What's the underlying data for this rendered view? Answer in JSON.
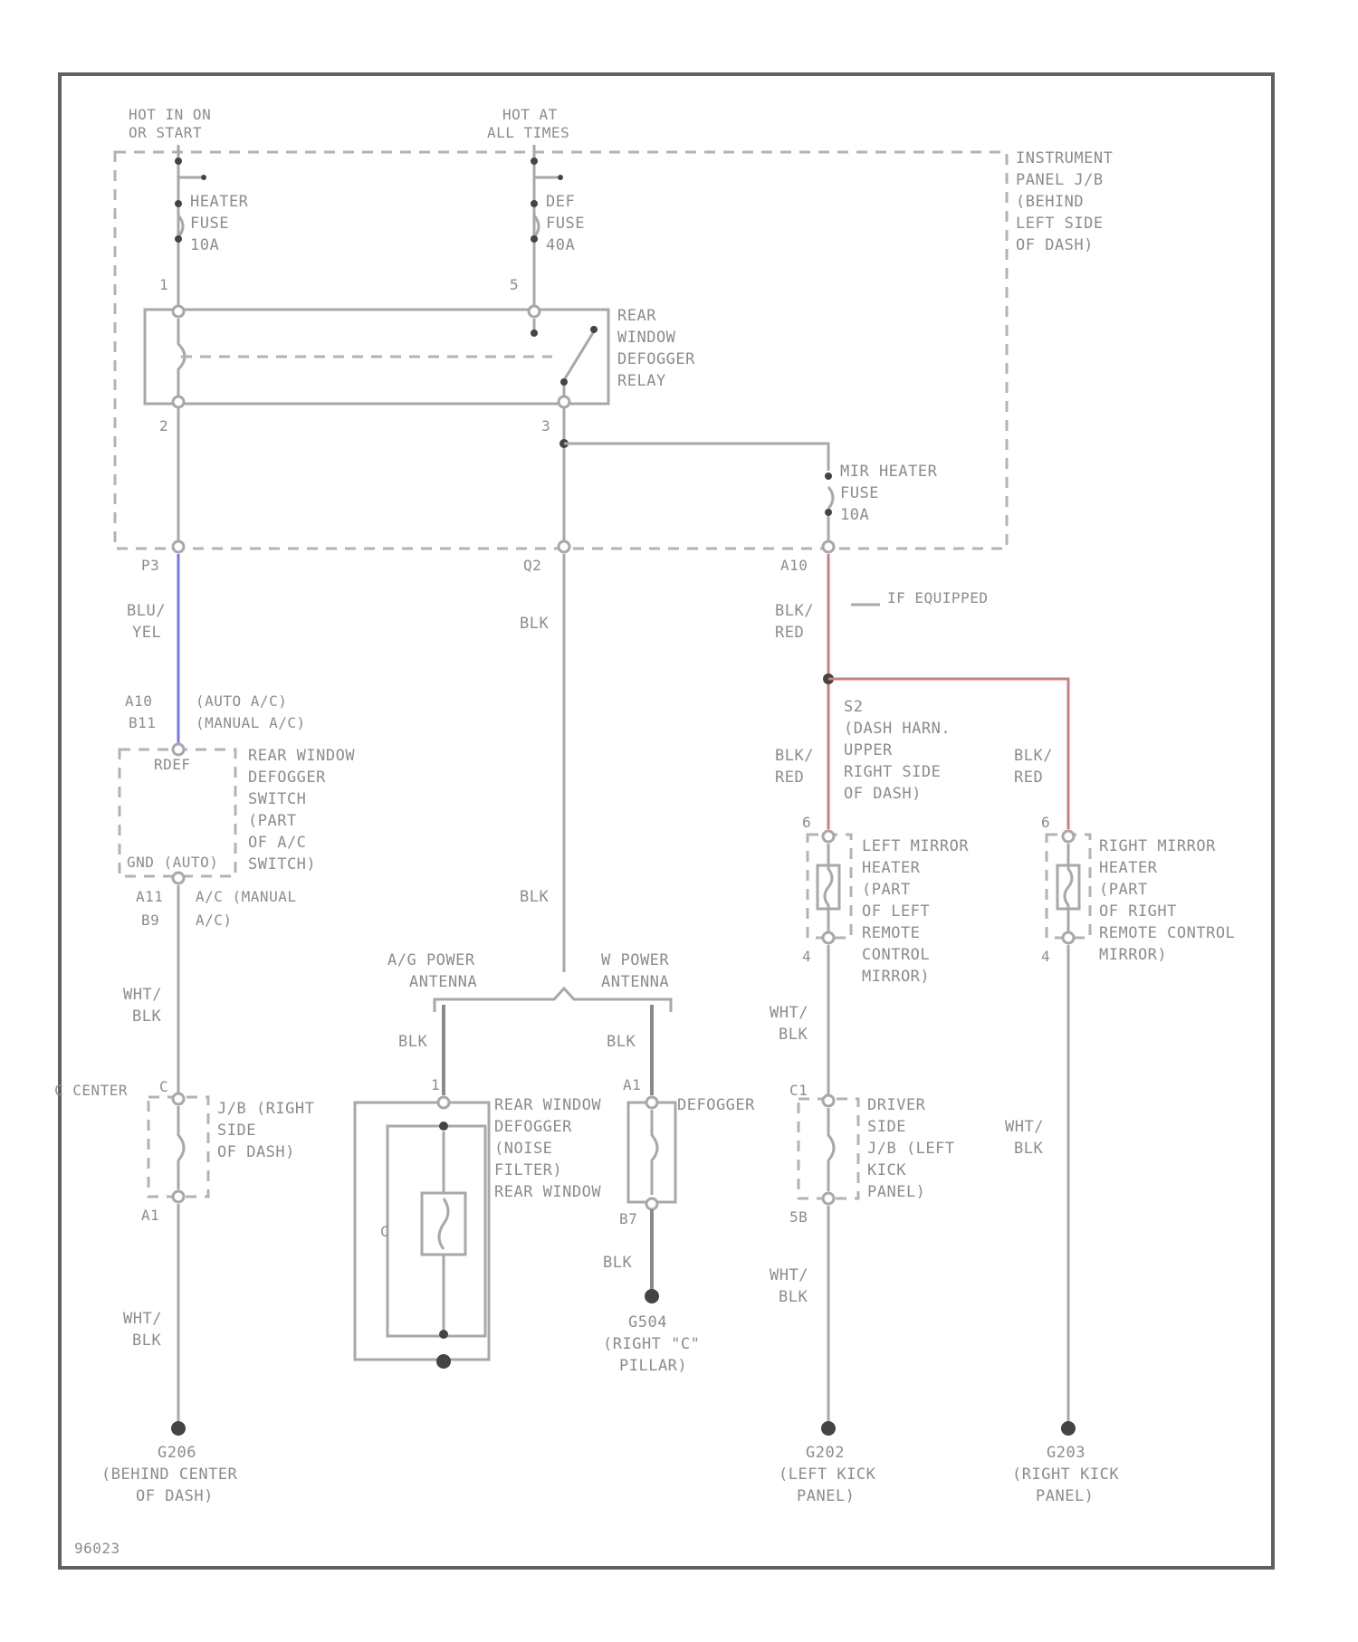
{
  "colors": {
    "frame": "#606060",
    "wire": "#a8a8a8",
    "wire_blu_yel": "#7b7bd6",
    "wire_blk_red": "#c98080",
    "text": "#8c8c8c"
  },
  "power": {
    "hot_run_start": [
      "HOT IN ON",
      "OR START"
    ],
    "hot_all_times": [
      "HOT AT",
      "ALL TIMES"
    ]
  },
  "fuses": {
    "heater": [
      "HEATER",
      "FUSE",
      "10A"
    ],
    "def": [
      "DEF",
      "FUSE",
      "40A"
    ],
    "mirror_heater": [
      "MIR HEATER",
      "FUSE",
      "10A"
    ]
  },
  "instrument_panel_jb": [
    "INSTRUMENT",
    "PANEL J/B",
    "(BEHIND",
    "LEFT SIDE",
    "OF DASH)"
  ],
  "relay": {
    "label": [
      "REAR",
      "WINDOW",
      "DEFOGGER",
      "RELAY"
    ],
    "pins": {
      "p1": "1",
      "p5": "5",
      "p2": "2",
      "p3": "3"
    }
  },
  "connectors": {
    "c_left": "P3",
    "c_mid": "Q2",
    "c_right": "A10",
    "switch_top": [
      "A10",
      "B11"
    ],
    "switch_bottom": [
      "A11",
      "B9"
    ],
    "jb_center_top": "C",
    "jb_center_bottom": "A1",
    "mirror_left_top": "6",
    "mirror_left_bottom": "4",
    "mirror_right_top": "6",
    "mirror_right_bottom": "4",
    "filter_left": "1",
    "filter_right_top": "A1",
    "filter_right_bottom": "B7",
    "driver_jb_top": "C1",
    "driver_jb_bottom": "5B"
  },
  "wire_colors": {
    "blu_yel": [
      "BLU/",
      "YEL"
    ],
    "blk_mid": "BLK",
    "blk_red": [
      "BLK/",
      "RED"
    ],
    "blk_red_left": [
      "BLK/",
      "RED"
    ],
    "blk_red_right": [
      "BLK/",
      "RED"
    ],
    "blk_main_lower": "BLK",
    "wht_blk_1": [
      "WHT/",
      "BLK"
    ],
    "wht_blk_2": [
      "WHT/",
      "BLK"
    ],
    "blk_ant_left": "BLK",
    "blk_ant_right": "BLK",
    "blk_ground": "BLK",
    "wht_blk_3": [
      "WHT/",
      "BLK"
    ],
    "wht_blk_4": [
      "WHT/",
      "BLK"
    ],
    "wht_blk_5": [
      "WHT/",
      "BLK"
    ]
  },
  "notes": {
    "if_equipped": "IF EQUIPPED",
    "auto_ac": "(AUTO A/C)",
    "manual_ac": "(MANUAL A/C)",
    "ac_manual_bottom": [
      "A/C (MANUAL",
      "A/C)"
    ]
  },
  "switch": {
    "rdef": "RDEF",
    "gnd": "GND (AUTO)",
    "label": [
      "REAR WINDOW",
      "DEFOGGER",
      "SWITCH",
      "(PART",
      "OF A/C",
      "SWITCH)"
    ]
  },
  "splice": [
    "S2",
    "(DASH HARN.",
    "UPPER",
    "RIGHT SIDE",
    "OF DASH)"
  ],
  "left_mirror": [
    "LEFT MIRROR",
    "HEATER",
    "(PART",
    "OF LEFT",
    "REMOTE",
    "CONTROL",
    "MIRROR)"
  ],
  "right_mirror": [
    "RIGHT MIRROR",
    "HEATER",
    "(PART",
    "OF RIGHT",
    "REMOTE CONTROL",
    "MIRROR)"
  ],
  "antennas": {
    "left": [
      "A/G POWER",
      "ANTENNA"
    ],
    "right": [
      "W POWER",
      "ANTENNA"
    ]
  },
  "filter": {
    "label": [
      "REAR WINDOW",
      "DEFOGGER",
      "(NOISE",
      "FILTER)",
      "REAR WINDOW"
    ],
    "defogger": "DEFOGGER"
  },
  "jb_center": {
    "side": "C CENTER",
    "label": [
      "J/B (RIGHT",
      "SIDE",
      "OF DASH)"
    ]
  },
  "driver_jb": [
    "DRIVER",
    "SIDE",
    "J/B (LEFT",
    "KICK",
    "PANEL)"
  ],
  "grounds": {
    "g_center": [
      "G206",
      "(BEHIND CENTER",
      "OF DASH)"
    ],
    "g_pillar": [
      "G504",
      "(RIGHT \"C\"",
      "PILLAR)"
    ],
    "g_left_kick": [
      "G202",
      "(LEFT KICK",
      "PANEL)"
    ],
    "g_right_kick": [
      "G203",
      "(RIGHT KICK",
      "PANEL)"
    ]
  },
  "figure_id": "96023"
}
